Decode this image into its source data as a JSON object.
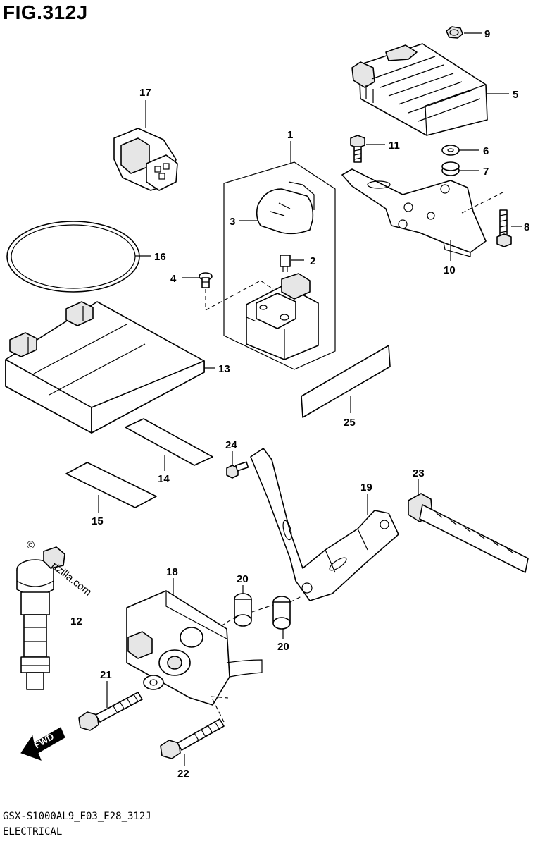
{
  "figure": {
    "title": "FIG.312J",
    "model_code": "GSX-S1000AL9_E03_E28_312J",
    "section_title": "ELECTRICAL"
  },
  "parts": [
    {
      "ref": "1"
    },
    {
      "ref": "2"
    },
    {
      "ref": "3"
    },
    {
      "ref": "4"
    },
    {
      "ref": "5"
    },
    {
      "ref": "6"
    },
    {
      "ref": "7"
    },
    {
      "ref": "8"
    },
    {
      "ref": "9"
    },
    {
      "ref": "10"
    },
    {
      "ref": "11"
    },
    {
      "ref": "12"
    },
    {
      "ref": "13"
    },
    {
      "ref": "14"
    },
    {
      "ref": "15"
    },
    {
      "ref": "16"
    },
    {
      "ref": "17"
    },
    {
      "ref": "18"
    },
    {
      "ref": "19"
    },
    {
      "ref": "20"
    },
    {
      "ref": "20"
    },
    {
      "ref": "21"
    },
    {
      "ref": "22"
    },
    {
      "ref": "23"
    },
    {
      "ref": "24"
    },
    {
      "ref": "25"
    }
  ],
  "direction_arrow": "FWD",
  "watermark": {
    "symbol": "©",
    "text": "rtzilla.com"
  }
}
